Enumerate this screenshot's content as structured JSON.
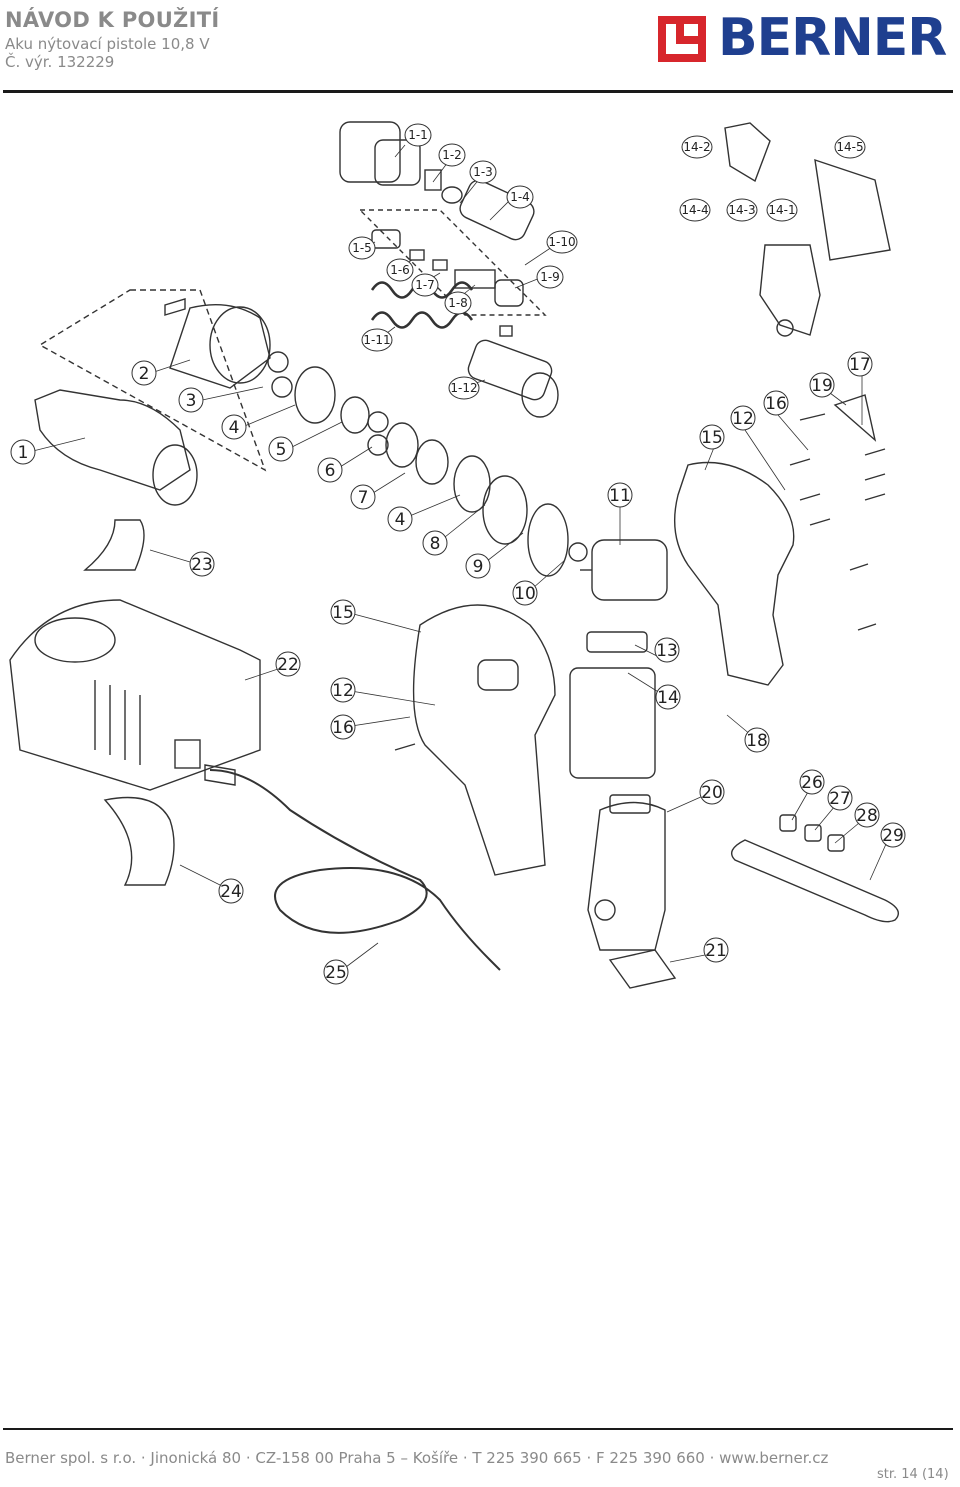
{
  "header": {
    "title": "NÁVOD K POUŽITÍ",
    "subtitle": "Aku nýtovací pistole 10,8 V",
    "product_number": "Č. výr. 132229"
  },
  "logo": {
    "text": "BERNER",
    "color": "#1f3f8f",
    "mark_color": "#d7262c"
  },
  "diagram": {
    "callouts": [
      "1-1",
      "1-2",
      "1-3",
      "1-4",
      "1-5",
      "1-6",
      "1-7",
      "1-8",
      "1-9",
      "1-10",
      "1-11",
      "1-12",
      "14-2",
      "14-5",
      "14-4",
      "14-3",
      "14-1",
      "1",
      "2",
      "3",
      "4",
      "5",
      "6",
      "7",
      "4",
      "8",
      "9",
      "10",
      "11",
      "12",
      "13",
      "14",
      "15",
      "16",
      "17",
      "18",
      "19",
      "20",
      "21",
      "22",
      "23",
      "24",
      "25",
      "26",
      "27",
      "28",
      "29",
      "15",
      "12",
      "16"
    ]
  },
  "footer": {
    "address": "Berner spol. s r.o. · Jinonická 80 · CZ-158 00 Praha 5 – Košíře · T 225 390  665 · F 225 390 660 · www.berner.cz",
    "page": "str. 14 (14)"
  }
}
